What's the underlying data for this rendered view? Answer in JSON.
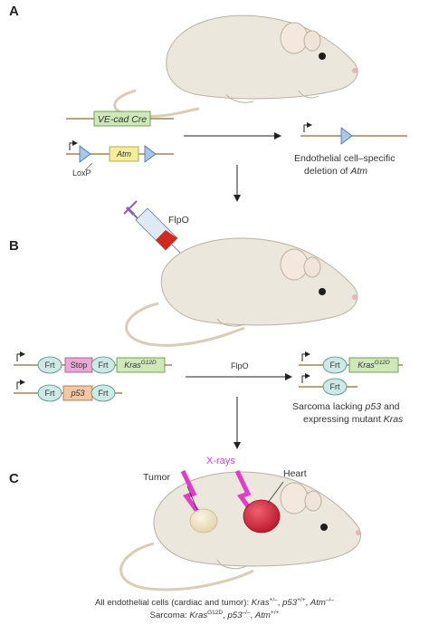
{
  "panels": {
    "a": "A",
    "b": "B",
    "c": "C"
  },
  "panel_a": {
    "gene_cre": "VE-cad Cre",
    "gene_atm": "Atm",
    "loxp": "LoxP",
    "result_line1": "Endothelial cell–specific",
    "result_line2_prefix": "deletion of ",
    "result_line2_gene": "Atm"
  },
  "panel_b": {
    "syringe_label": "FlpO",
    "frt": "Frt",
    "stop": "Stop",
    "kras": "Kras",
    "kras_sup": "G12D",
    "p53": "p53",
    "arrow_label": "FlpO",
    "result_line1_prefix": "Sarcoma lacking ",
    "result_line1_gene": "p53",
    "result_line1_suffix": " and",
    "result_line2_prefix": "expressing mutant ",
    "result_line2_gene": "Kras"
  },
  "panel_c": {
    "xrays": "X-rays",
    "tumor": "Tumor",
    "heart": "Heart",
    "caption1_prefix": "All endothelial cells (cardiac and tumor): ",
    "caption1_kras": "Kras",
    "caption1_kras_sup": "+/–",
    "caption1_p53": "p53",
    "caption1_p53_sup": "+/+",
    "caption1_atm": "Atm",
    "caption1_atm_sup": "–/–",
    "caption2_prefix": "Sarcoma: ",
    "caption2_kras": "Kras",
    "caption2_kras_sup": "G12D",
    "caption2_p53": "p53",
    "caption2_p53_sup": "–/–",
    "caption2_atm": "Atm",
    "caption2_atm_sup": "+/+"
  },
  "colors": {
    "mouse_body": "#ece7dc",
    "mouse_shadow": "#c9c2b3",
    "cre_box": "#cfe8b8",
    "atm_box": "#f3ee9c",
    "loxp_triangle": "#a7c8ea",
    "frt_oval": "#cde9e6",
    "stop_box": "#e9a9d6",
    "kras_box": "#cfe8b8",
    "p53_box": "#f1c7a5",
    "xray": "#e23cc8",
    "tumor": "#f3e6c7",
    "heart": "#d3283c"
  }
}
